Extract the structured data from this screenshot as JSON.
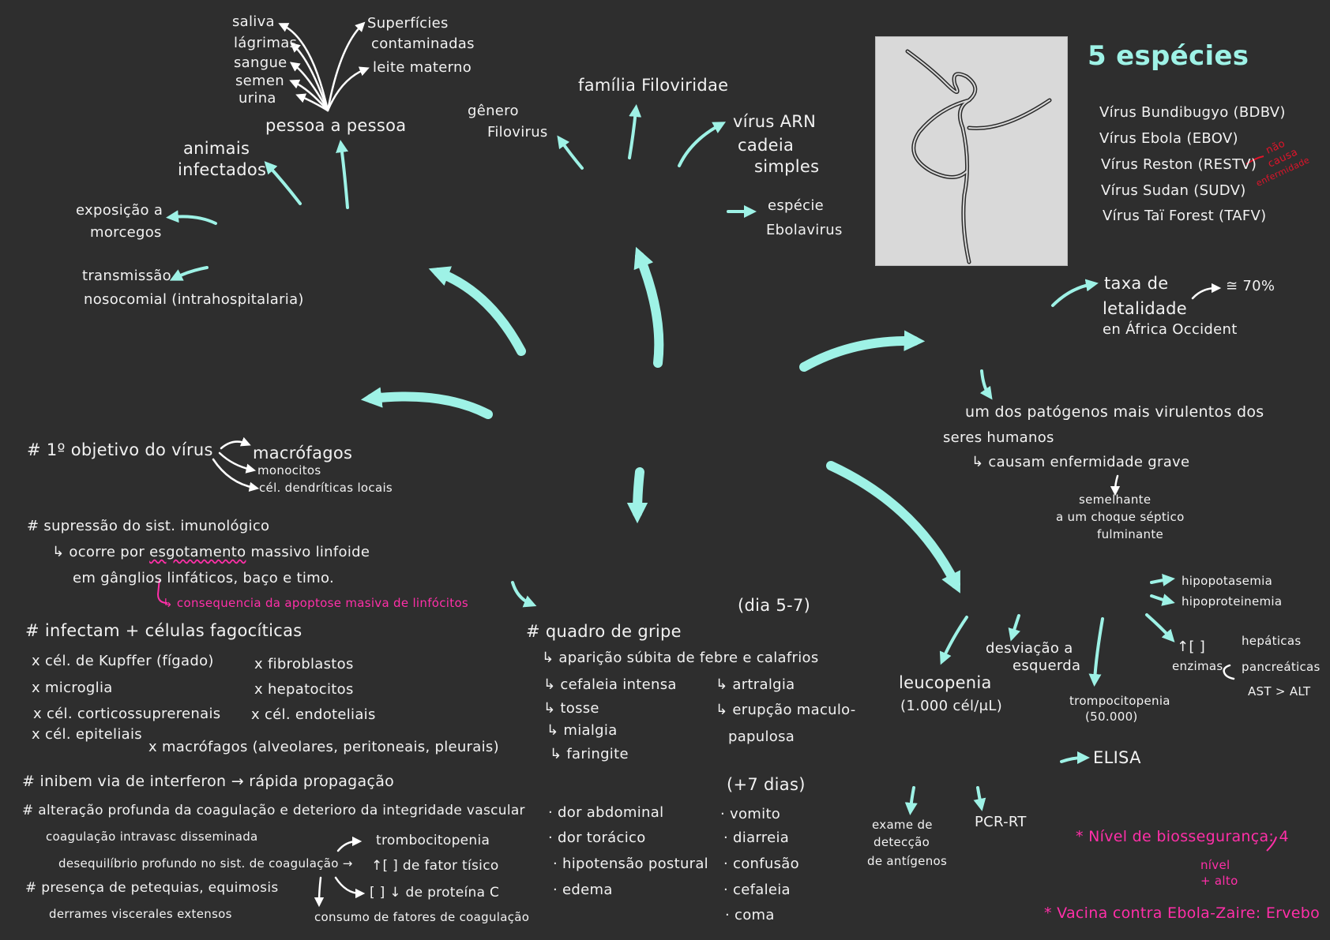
{
  "top_left": {
    "transmission_items_left": [
      "saliva",
      "lágrimas",
      "sangue",
      "semen",
      "urina"
    ],
    "transmission_items_right": [
      "Superfícies",
      "contaminadas",
      "leite materno"
    ],
    "person_to_person": "pessoa a pessoa",
    "infected_animals": [
      "animais",
      "infectados"
    ],
    "bats": [
      "exposição a",
      "morcegos"
    ],
    "nosocomial": [
      "transmissão",
      "nosocomial (intrahospitalaria)"
    ]
  },
  "taxonomy": {
    "genus": [
      "gênero",
      "Filovirus"
    ],
    "family": "família Filoviridae",
    "rna": [
      "vírus ARN",
      "cadeia",
      "simples"
    ],
    "species": [
      "espécie",
      "Ebolavirus"
    ]
  },
  "species_box": {
    "title": "5 espécies",
    "items": [
      "Vírus Bundibugyo (BDBV)",
      "Vírus Ebola (EBOV)",
      "Vírus Reston (RESTV)",
      "Vírus Sudan (SUDV)",
      "Vírus Taï Forest (TAFV)"
    ],
    "reston_note": [
      "não",
      "causa",
      "enfermidade"
    ]
  },
  "lethality": {
    "lines": [
      "taxa de",
      "letalidade",
      "en África Occident"
    ],
    "value": "≅ 70%"
  },
  "virulence": {
    "line1": "um dos patógenos mais virulentos dos",
    "line2": "seres humanos",
    "line3": "↳ causam enfermidade grave",
    "similar": [
      "semelhante",
      "a um choque séptico",
      "fulminante"
    ]
  },
  "immune": {
    "objective": "# 1º objetivo do vírus",
    "targets": [
      "macrófagos",
      "monocitos",
      "cél. dendríticas locais"
    ],
    "suppression": "# supressão do sist. imunológico",
    "supp_line1_pre": "↳ ocorre por ",
    "supp_line1_under": "esgotamento",
    "supp_line1_post": " massivo linfoide",
    "supp_line2": "em gânglios linfáticos, baço e timo.",
    "consequence": "↳ consequencia da apoptose masiva de linfócitos",
    "infect_title": "# infectam + células fagocíticas",
    "cells_left": [
      "x cél. de Kupffer (fígado)",
      "x microglia",
      "x cél. corticossuprerenais",
      "x cél. epiteliais"
    ],
    "cells_right": [
      "x fibroblastos",
      "x hepatocitos",
      "x cél. endoteliais"
    ],
    "cells_macro": "x macrófagos (alveolares, peritoneais, pleurais)",
    "interferon": "# inibem via de interferon → rápida propagação",
    "coag_title": "# alteração profunda da coagulação e deterioro da integridade vascular",
    "coag_line2": "coagulação intravasc disseminada",
    "coag_line3": "desequilíbrio profundo no sist. de coagulação →",
    "coag_effects": [
      "trombocitopenia",
      "↑[ ] de fator tísico",
      "[ ] ↓ de proteína C"
    ],
    "coag_consumption": "consumo de fatores de coagulação",
    "petechiae": "# presença de petequias, equimosis",
    "petechiae2": "derrames viscerales extensos"
  },
  "symptoms": {
    "day_early": "(dia 5-7)",
    "title": "# quadro de gripe",
    "early_left": [
      "↳ aparição súbita de febre e calafrios",
      "↳ cefaleia intensa",
      "↳ tosse",
      "↳ mialgia",
      "↳ faringite"
    ],
    "early_right": [
      "↳ artralgia",
      "↳ erupção maculo-",
      "papulosa"
    ],
    "day_late": "(+7 dias)",
    "late_left": [
      "· dor abdominal",
      "· dor torácico",
      "· hipotensão postural",
      "· edema"
    ],
    "late_right": [
      "· vomito",
      "· diarreia",
      "· confusão",
      "· cefaleia",
      "· coma"
    ]
  },
  "labs": {
    "leukopenia": [
      "leucopenia",
      "(1.000 cél/μL)"
    ],
    "left_shift": [
      "desviação a",
      "esquerda"
    ],
    "thrombocytopenia": [
      "trompocitopenia",
      "(50.000)"
    ],
    "hypo": [
      "hipopotasemia",
      "hipoproteinemia"
    ],
    "enzymes": [
      "↑[ ]",
      "enzimas"
    ],
    "enzyme_types": [
      "hepáticas",
      "pancreáticas"
    ],
    "ast_alt": "AST > ALT",
    "elisa": "ELISA",
    "antigen": [
      "exame de",
      "detecção",
      "de antígenos"
    ],
    "pcr": "PCR-RT"
  },
  "notes": {
    "biosafety": "* Nível de biossegurança: 4",
    "biosafety_note": [
      "nível",
      "+ alto"
    ],
    "vaccine": "* Vacina contra Ebola-Zaire: Ervebo"
  },
  "colors": {
    "background": "#2e2e2e",
    "arrow": "#9ef2e6",
    "text": "#f2f2f2",
    "accent_pink": "#ff2fa8",
    "accent_red": "#e0142a"
  }
}
